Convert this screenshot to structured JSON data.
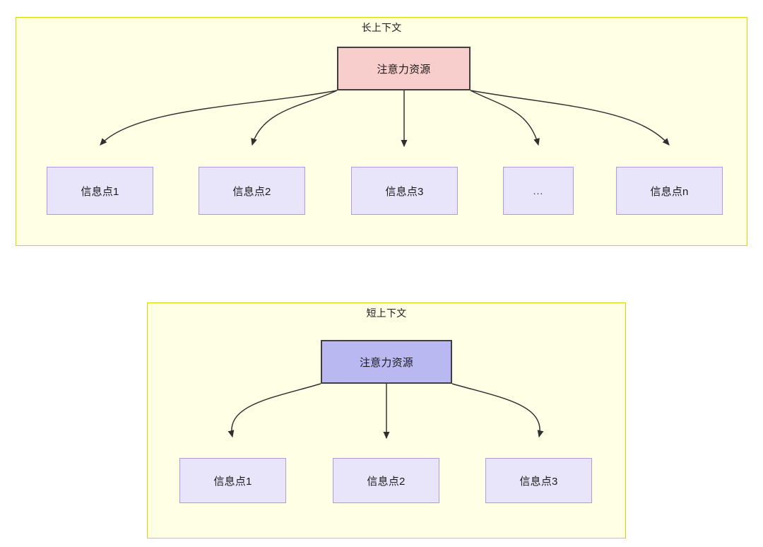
{
  "diagram": {
    "type": "flowchart",
    "groups": [
      {
        "id": "long-context",
        "title": "长上下文",
        "root": {
          "label": "注意力资源",
          "fill": "#f8cecc",
          "stroke": "#3f3f3f"
        },
        "leaves": [
          {
            "label": "信息点1"
          },
          {
            "label": "信息点2"
          },
          {
            "label": "信息点3"
          },
          {
            "label": "..."
          },
          {
            "label": "信息点n"
          }
        ],
        "group_fill": "#ffffe6",
        "group_stroke": "#d6d600",
        "leaf_fill": "#e8e5fb",
        "leaf_stroke": "#b39ae0"
      },
      {
        "id": "short-context",
        "title": "短上下文",
        "root": {
          "label": "注意力资源",
          "fill": "#b9b8f0",
          "stroke": "#3f3f3f"
        },
        "leaves": [
          {
            "label": "信息点1"
          },
          {
            "label": "信息点2"
          },
          {
            "label": "信息点3"
          }
        ],
        "group_fill": "#ffffe6",
        "group_stroke": "#d6d600",
        "leaf_fill": "#e8e5fb",
        "leaf_stroke": "#b39ae0"
      }
    ],
    "edge_color": "#2f2f2f",
    "background": "#ffffff"
  }
}
